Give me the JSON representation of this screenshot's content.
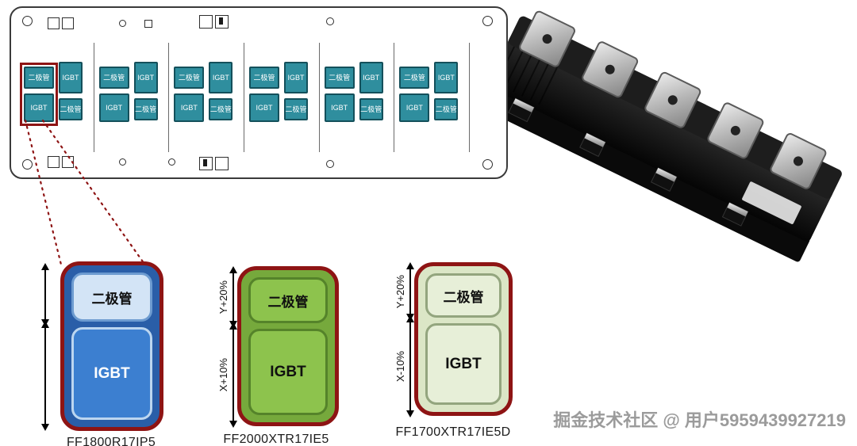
{
  "schematic": {
    "section_count": 6,
    "left_column": {
      "top": "二极管",
      "bottom": "IGBT"
    },
    "right_column": {
      "top": "IGBT",
      "bottom": "二极管"
    }
  },
  "diagrams": [
    {
      "part": "FF1800R17IP5",
      "diode_label": "二极管",
      "igbt_label": "IGBT",
      "y_label": "",
      "x_label": ""
    },
    {
      "part": "FF2000XTR17IE5",
      "diode_label": "二极管",
      "igbt_label": "IGBT",
      "y_label": "Y+20%",
      "x_label": "X+10%"
    },
    {
      "part": "FF1700XTR17IE5D",
      "diode_label": "二极管",
      "igbt_label": "IGBT",
      "y_label": "Y+20%",
      "x_label": "X-10%"
    }
  ],
  "watermark": "掘金技术社区 @ 用户5959439927219",
  "colors": {
    "highlight_red": "#8E1414",
    "chip_teal": "#2F8E9E",
    "blue_module_body": "#2A5EA8",
    "blue_diode_chip": "#D3E4F6",
    "blue_igbt_chip": "#3C7FD0",
    "green_module_body": "#76A93C",
    "green_chip": "#8DC34D",
    "lightgreen_module_body": "#DBE6C6",
    "lightgreen_chip": "#E7EFD8"
  }
}
